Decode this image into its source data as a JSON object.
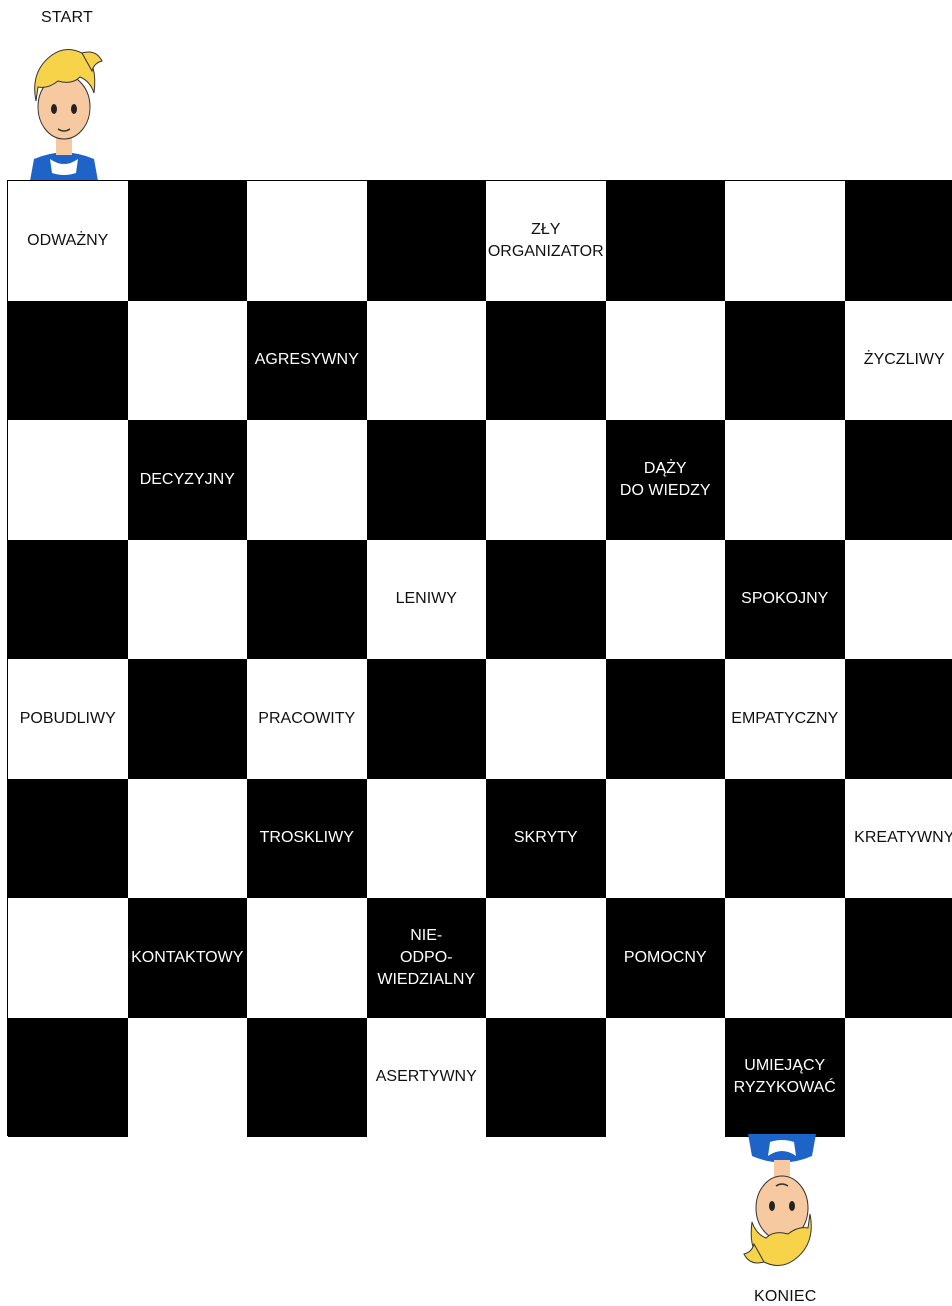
{
  "labels": {
    "start": "START",
    "end": "KONIEC"
  },
  "colors": {
    "dark_square": "#000000",
    "light_square": "#ffffff",
    "hair": "#f7d34a",
    "shirt": "#1d63c8",
    "skin": "#f6c9a0"
  },
  "board": {
    "rows": [
      [
        "ODWAŻNY",
        "",
        "",
        "",
        "ZŁY\nORGANIZATOR",
        "",
        "",
        ""
      ],
      [
        "",
        "",
        "AGRESYWNY",
        "",
        "",
        "",
        "",
        "ŻYCZLIWY"
      ],
      [
        "",
        "DECYZYJNY",
        "",
        "",
        "",
        "DĄŻY\nDO WIEDZY",
        "",
        ""
      ],
      [
        "",
        "",
        "",
        "LENIWY",
        "",
        "",
        "SPOKOJNY",
        ""
      ],
      [
        "POBUDLIWY",
        "",
        "PRACOWITY",
        "",
        "",
        "",
        "EMPATYCZNY",
        ""
      ],
      [
        "",
        "",
        "TROSKLIWY",
        "",
        "SKRYTY",
        "",
        "",
        "KREATYWNY"
      ],
      [
        "",
        "KONTAKTOWY",
        "",
        "NIE-\nODPO-\nWIEDZIALNY",
        "",
        "POMOCNY",
        "",
        ""
      ],
      [
        "",
        "",
        "",
        "ASERTYWNY",
        "",
        "",
        "UMIEJĄCY\nRYZYKOWAĆ",
        ""
      ]
    ]
  },
  "characters": {
    "start_icon": "boy-character-icon",
    "end_icon": "boy-character-upside-down-icon"
  }
}
